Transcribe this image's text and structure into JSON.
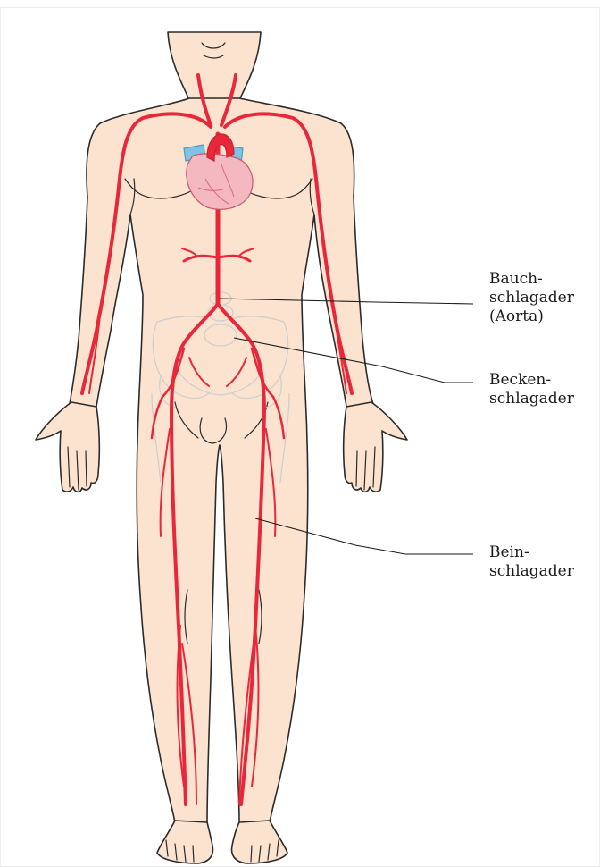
{
  "colors": {
    "skin": "#fbe3cf",
    "outline": "#2b2b2b",
    "artery": "#e8283a",
    "heart": "#f4b8c0",
    "vein_blue": "#7dc4e4",
    "pelvis": "#dcdcdc",
    "leader_line": "#1a1a1a",
    "background": "#ffffff"
  },
  "labels": [
    {
      "id": "aorta",
      "lines": [
        "Bauch-",
        "schlagader",
        "(Aorta)"
      ]
    },
    {
      "id": "iliac",
      "lines": [
        "Becken-",
        "schlagader"
      ]
    },
    {
      "id": "femoral",
      "lines": [
        "Bein-",
        "schlagader"
      ]
    }
  ]
}
